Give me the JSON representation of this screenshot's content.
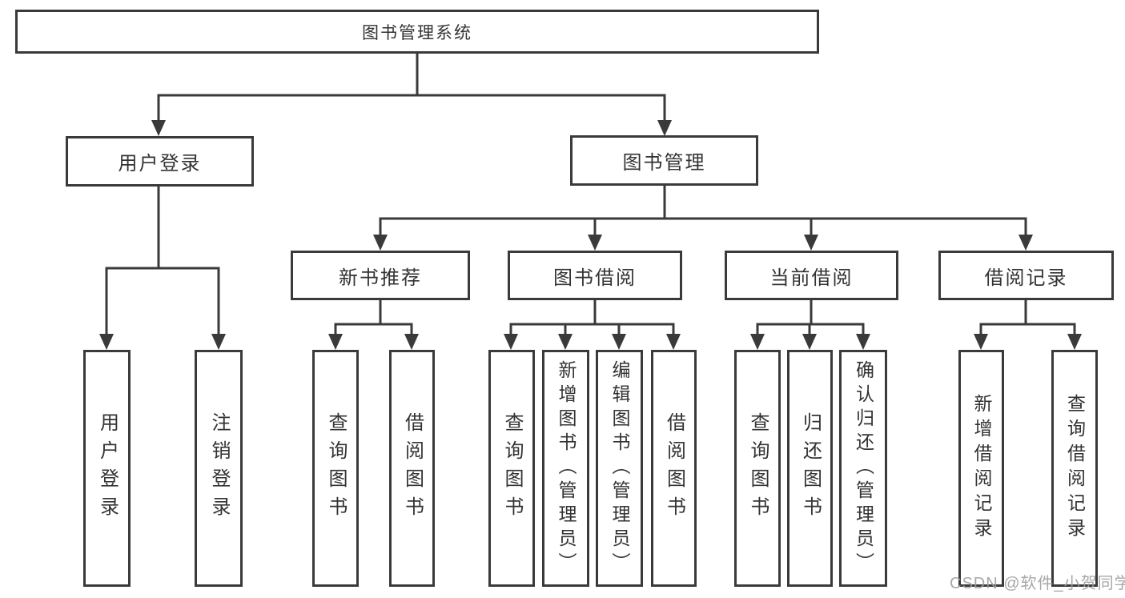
{
  "diagram": {
    "root": "图书管理系统",
    "level1": {
      "user_login": "用户登录",
      "book_mgmt": "图书管理"
    },
    "level2": {
      "new_book_rec": "新书推荐",
      "book_borrow": "图书借阅",
      "current_borrow": "当前借阅",
      "borrow_record": "借阅记录"
    },
    "leaves": {
      "user_login_leaf": "用户登录",
      "logout": "注销登录",
      "query_book_a": "查询图书",
      "borrow_book_a": "借阅图书",
      "query_book_b": "查询图书",
      "add_book": "新增图书（管理员）",
      "edit_book": "编辑图书（管理员）",
      "borrow_book_b": "借阅图书",
      "query_book_c": "查询图书",
      "return_book": "归还图书",
      "confirm_return": "确认归还（管理员）",
      "add_borrow_record": "新增借阅记录",
      "query_borrow_record": "查询借阅记录"
    },
    "colors": {
      "line": "#3a3a3a",
      "text": "#333333",
      "watermark": "#9e9e9e",
      "background": "#ffffff"
    }
  },
  "watermark": "CSDN @软件_小贺同学"
}
